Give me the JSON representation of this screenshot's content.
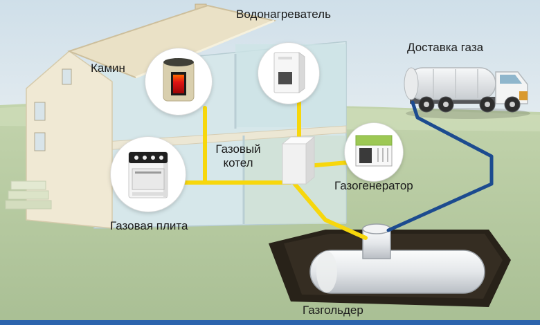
{
  "diagram": {
    "labels": {
      "water_heater": "Водонагреватель",
      "fireplace": "Камин",
      "gas_delivery": "Доставка газа",
      "gas_boiler": "Газовый котел",
      "gas_generator": "Газогенератор",
      "gas_stove": "Газовая плита",
      "gas_holder": "Газгольдер"
    },
    "colors": {
      "gas_pipe_yellow": "#f7d70c",
      "delivery_pipe_blue": "#1c4b8f",
      "grass_green": "#b9cda4",
      "sky_blue": "#d3e2ea",
      "footer_blue": "#2c64ad"
    }
  }
}
